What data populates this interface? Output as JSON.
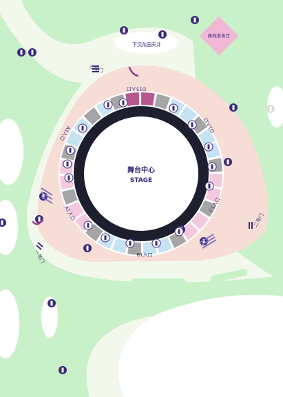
{
  "stage": {
    "title_cn": "舞台中心",
    "title_en": "STAGE"
  },
  "labels": {
    "garden": "下沉花园天井",
    "press": "新闻发布厅",
    "gate3": "三号门",
    "gate2": "二号门",
    "gate1": "一号门",
    "d1": "D1入口",
    "d13": "D13入口",
    "a1": "A1入口",
    "b1": "B1入口",
    "c1": "C1入口"
  },
  "colors": {
    "page_bg": "#f2f8ec",
    "green": "#c9f1c9",
    "plaza": "#f6ddd5",
    "ring": "#1d1f2f",
    "segment_pink": "#f4c8dd",
    "segment_magenta": "#b7578f",
    "segment_blue": "#c6e3f3",
    "segment_gray": "#a5a5a5",
    "accent": "#3a2a7a",
    "press_box": "#f2b6d6"
  },
  "icons": [
    "restroom-icon",
    "accessible-icon",
    "ticket-icon",
    "stairs-icon"
  ]
}
